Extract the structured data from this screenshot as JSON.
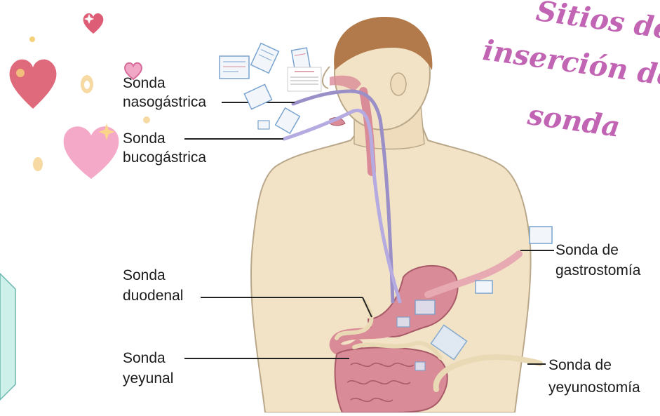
{
  "title": {
    "line1": "Sitios de",
    "line2": "inserción de",
    "line3": "sonda"
  },
  "labels": {
    "nasogastrica_1": "Sonda",
    "nasogastrica_2": "nasogástrica",
    "bucogastrica_1": "Sonda",
    "bucogastrica_2": "bucogástrica",
    "duodenal_1": "Sonda",
    "duodenal_2": "duodenal",
    "yeyunal_1": "Sonda",
    "yeyunal_2": "yeyunal",
    "gastrostomia_1": "Sonda de",
    "gastrostomia_2": "gastrostomía",
    "yeyunostomia_1": "Sonda de",
    "yeyunostomia_2": "yeyunostomía"
  },
  "colors": {
    "title": "#c264b4",
    "skin": "#f3e3c6",
    "skin_outline": "#b9a78a",
    "hair": "#b27a4a",
    "organ": "#d98b98",
    "organ_outline": "#a85a68",
    "tube_nasal": "#9b8fc8",
    "tube_stoma": "#e7a9b2",
    "heart_red": "#de6a7b",
    "heart_pink": "#f4a9c9",
    "teal_panel": "#cdf0ea",
    "leader": "#222222"
  },
  "icons": [
    "heart-icon",
    "sparkle-icon",
    "drop-icon",
    "document-thumbnail-icon"
  ]
}
